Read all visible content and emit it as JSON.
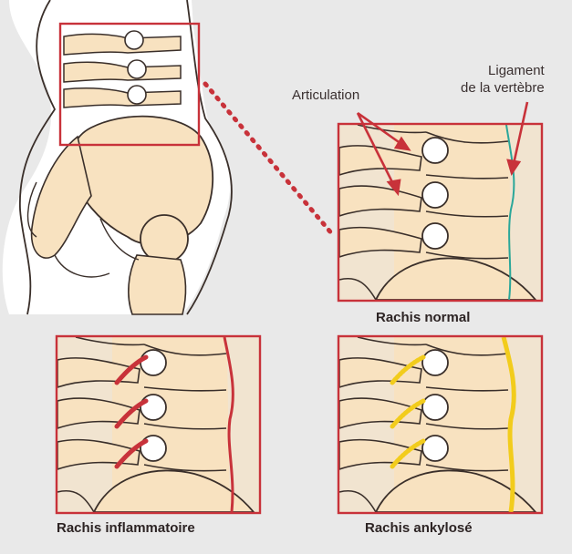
{
  "labels": {
    "articulation": "Articulation",
    "ligament_line1": "Ligament",
    "ligament_line2": "de la vertèbre"
  },
  "captions": {
    "normal": "Rachis normal",
    "inflammatoire": "Rachis inflammatoire",
    "ankylose": "Rachis ankylosé"
  },
  "colors": {
    "background": "#e9e9e9",
    "bone": "#f8e2c0",
    "outline": "#3a2f2a",
    "frame": "#c8323a",
    "zoom_dots": "#c8323a",
    "ligament_normal": "#2aa79a",
    "inflammation": "#c8323a",
    "ankylosis": "#f2cc1c"
  }
}
